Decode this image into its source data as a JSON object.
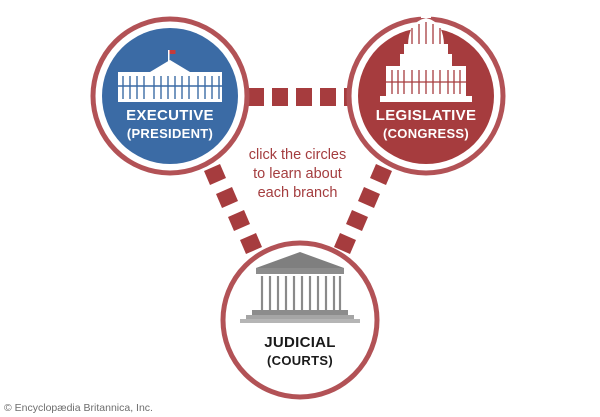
{
  "diagram": {
    "branches": [
      {
        "id": "executive",
        "name": "EXECUTIVE",
        "detail": "(PRESIDENT)",
        "icon": "white-house-icon"
      },
      {
        "id": "legislative",
        "name": "LEGISLATIVE",
        "detail": "(CONGRESS)",
        "icon": "capitol-icon"
      },
      {
        "id": "judicial",
        "name": "JUDICIAL",
        "detail": "(COURTS)",
        "icon": "supreme-court-icon"
      }
    ],
    "instruction_lines": [
      "click the circles",
      "to learn about",
      "each branch"
    ],
    "copyright": "© Encyclopædia Britannica, Inc."
  },
  "colors": {
    "ring": "#b25256",
    "executive_fill": "#3b6ba5",
    "legislative_fill": "#a63c3e",
    "judicial_fill": "#ffffff",
    "connector": "#a63c3e",
    "hint_text": "#a43d3f"
  }
}
